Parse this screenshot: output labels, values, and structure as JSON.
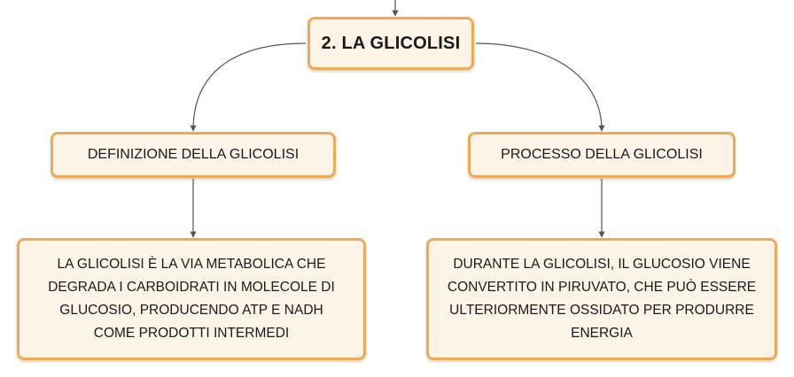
{
  "root": {
    "title": "2. LA GLICOLISI"
  },
  "branches": [
    {
      "title": "DEFINIZIONE DELLA GLICOLISI",
      "lines": [
        "LA GLICOLISI È LA VIA METABOLICA CHE",
        "DEGRADA I CARBOIDRATI IN MOLECOLE DI",
        "GLUCOSIO, PRODUCENDO ATP E NADH",
        "COME PRODOTTI INTERMEDI"
      ]
    },
    {
      "title": "PROCESSO DELLA GLICOLISI",
      "lines": [
        "DURANTE LA GLICOLISI, IL GLUCOSIO VIENE",
        "CONVERTITO IN PIRUVATO, CHE PUÒ ESSERE",
        "ULTERIORMENTE OSSIDATO PER PRODURRE",
        "ENERGIA"
      ]
    }
  ],
  "colors": {
    "node_fill": "#fdf4e8",
    "node_border": "#f0a955",
    "connector": "#555555"
  }
}
